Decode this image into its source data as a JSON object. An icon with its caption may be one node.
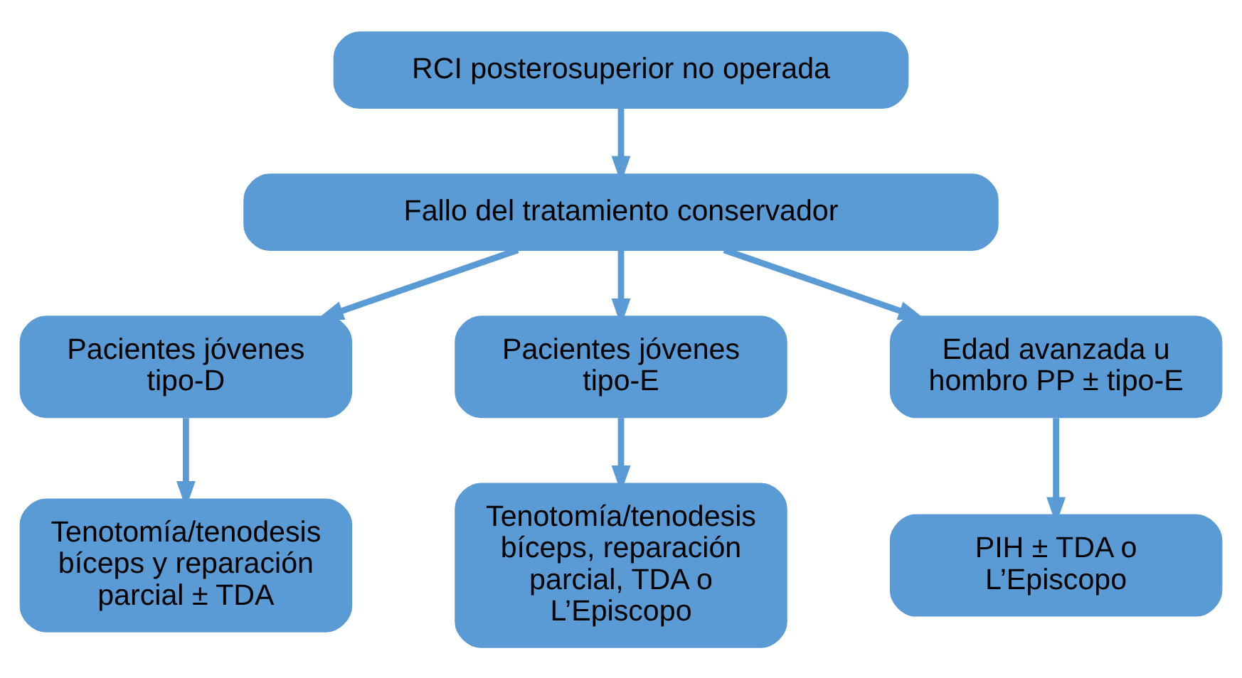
{
  "diagram": {
    "nodes": [
      {
        "text": [
          "RCI posterosuperior no operada"
        ]
      },
      {
        "text": [
          "Fallo del tratamiento conservador"
        ]
      },
      {
        "text": [
          "Pacientes jóvenes tipo-D"
        ]
      },
      {
        "text": [
          "Pacientes jóvenes tipo-E"
        ]
      },
      {
        "text": [
          "Edad avanzada u hombro PP ± tipo-E"
        ]
      },
      {
        "text": [
          "Tenotomía/tenodesis bíceps y reparación parcial ± TDA"
        ]
      },
      {
        "text": [
          "Tenotomía/tenodesis bíceps, reparación parcial, TDA o L’Episcopo"
        ]
      },
      {
        "text": [
          "PIH ± TDA o L’Episcopo"
        ]
      }
    ],
    "edges": [
      {
        "from": 0,
        "to": 1,
        "arrow": "to"
      },
      {
        "from": 1,
        "to": 2,
        "arrow": "to"
      },
      {
        "from": 1,
        "to": 3,
        "arrow": "to"
      },
      {
        "from": 1,
        "to": 4,
        "arrow": "to"
      },
      {
        "from": 2,
        "to": 5,
        "arrow": "to"
      },
      {
        "from": 3,
        "to": 6,
        "arrow": "to"
      },
      {
        "from": 4,
        "to": 7,
        "arrow": "to"
      }
    ]
  }
}
